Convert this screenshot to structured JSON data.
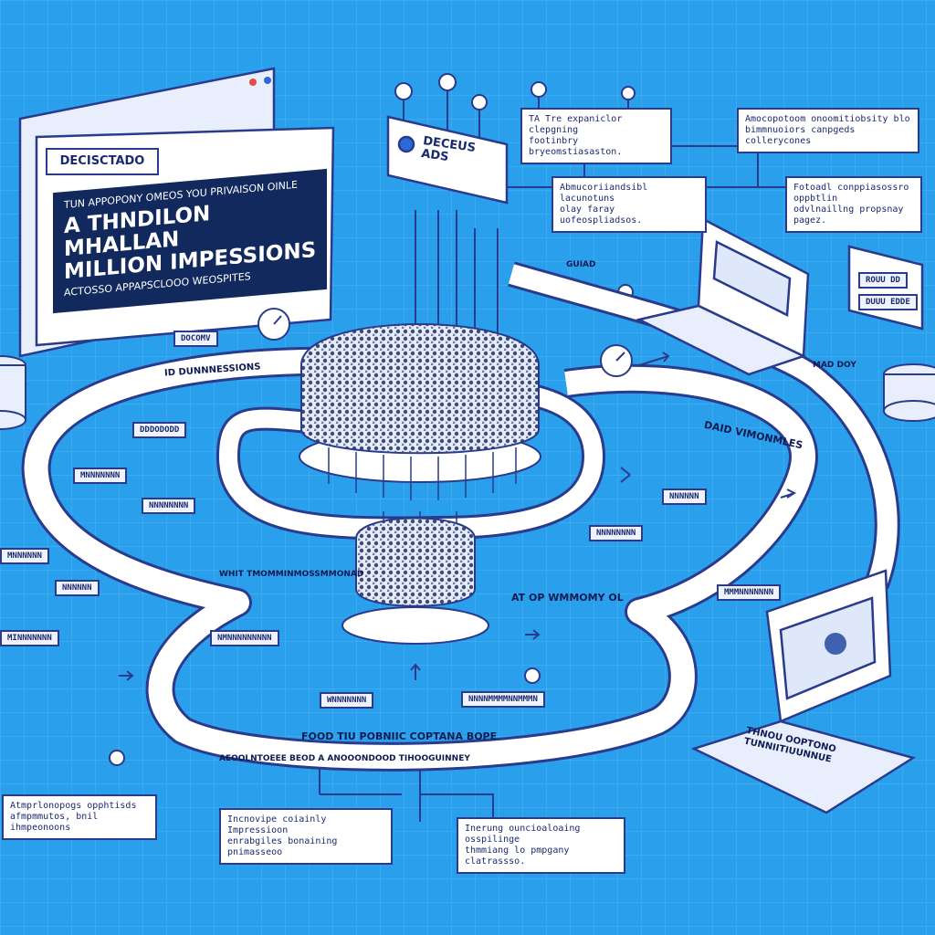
{
  "billboard": {
    "title": "DECISCTADO",
    "subheading": "TUN APPOPONY OMEOS YOU PRIVAISON OINLE",
    "headline": "A THNDILON MHALLAN\nMILLION IMPESSIONS",
    "subtitle": "ACTOSSO APPAPSCLOOO WEOSPITES"
  },
  "logo_sign": {
    "text": "DECEUS\nADS"
  },
  "notes": {
    "top_center": "TA Tre expaniclor clepgning\nfootinbry bryeomstiasaston.",
    "top_right": "Amocopotoom onoomitiobsity blo\nbimmnuoiors canpgeds collerycones",
    "mid_center": "Abmucoriiandsibl lacunotuns\nolay faray uofeospliadsos.",
    "mid_right": "Fotoadl conppiasossro oppbtlin\nodvlnaillng propsnay pagez.",
    "bottom_left": "Atmprlonopogs opphtisds\nafmpmmutos, bnil ihmpeonoons",
    "bottom_center": "Incnovipe coiainly Impressioon\nenrabgiles bonaining pnimasseoo",
    "bottom_right": "Inerung ouncioaloaing osspilinge\nthmmiang lo pmpgany clatrassso."
  },
  "labels": {
    "docomv": "DOCOMV",
    "left_track": "ID DUNNNESSIONS",
    "right_track": "DAID VIMONMLES",
    "lower_right_track": "AT OP WMMOMY OL",
    "lower_left_track": "WHIT TMOMMINMOSSMMONAD",
    "bottom_track": "FOOD TIU POBNIIC COPTANA BOPE",
    "bottom_track_2": "AEOOLNTOEEE BEOD  A ANOOONDOOD TIHOOGUINNEY",
    "guide": "GUIAD",
    "road_right": "MAD DOY",
    "laptop_caption": "THNOU OOPTONO\nTUNNIITIUUNNUE"
  },
  "signs": [
    "DDDODODD",
    "MNNNNNNN",
    "NNNNNNNN",
    "MNNNNNN",
    "MINNNNNNN",
    "NMNNNNNNNNN",
    "NNNNMMMMNNMMMN",
    "WNNNNNNN",
    "NNNNNN",
    "NNNNNNNN",
    "MMMNNNNNNN",
    "NNNNNN",
    "ROUU DD",
    "DUUU EDDE"
  ],
  "icons": [
    "pin-icon",
    "gauge-icon",
    "arrow-icon",
    "server-stack-icon",
    "laptop-icon",
    "crowd-icon"
  ],
  "colors": {
    "background": "#2aa0ec",
    "outline": "#2a3a8c",
    "track": "#ffffff",
    "screen": "#12295e"
  }
}
